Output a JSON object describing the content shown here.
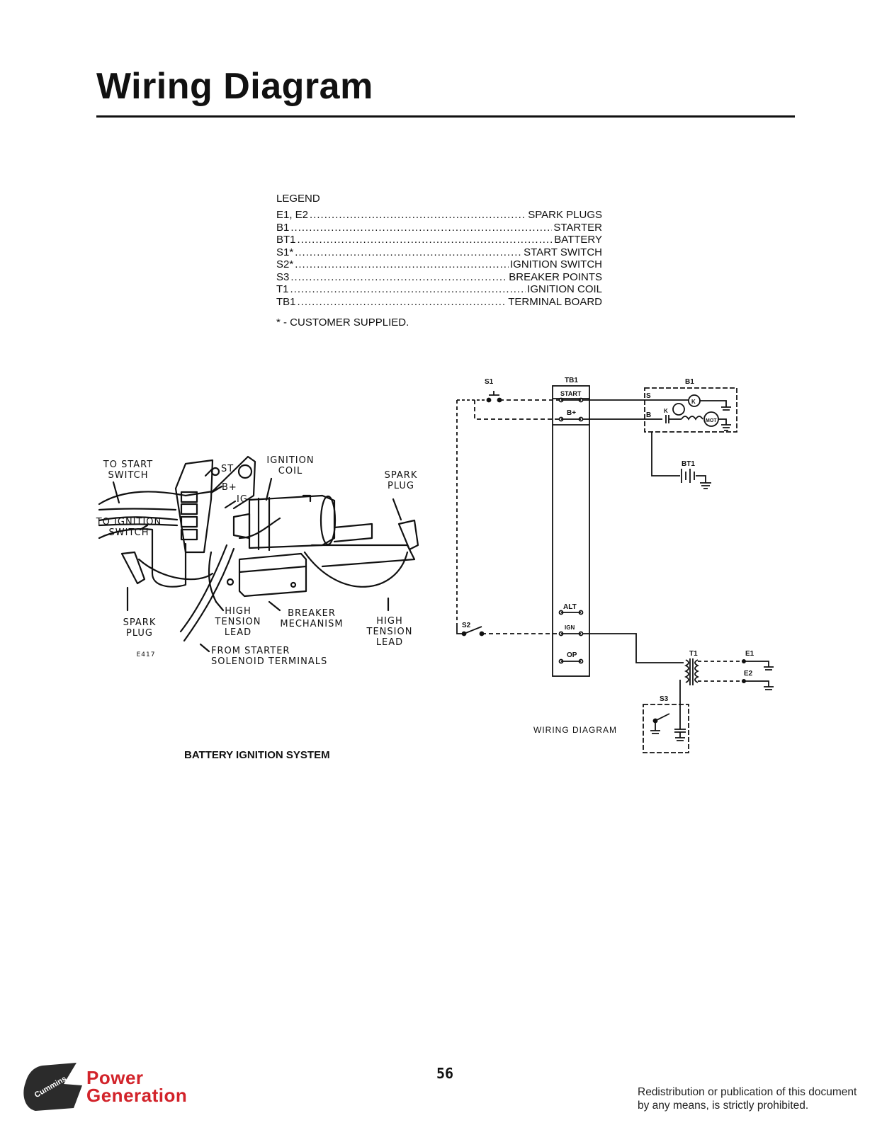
{
  "page": {
    "title": "Wiring Diagram",
    "page_number": "56",
    "copyright_line1": "Redistribution or publication of this document",
    "copyright_line2": "by any means, is strictly prohibited."
  },
  "legend": {
    "heading": "LEGEND",
    "items": [
      {
        "code": "E1, E2",
        "desc": "SPARK PLUGS"
      },
      {
        "code": "B1",
        "desc": "STARTER"
      },
      {
        "code": "BT1",
        "desc": "BATTERY"
      },
      {
        "code": "S1*",
        "desc": "START SWITCH"
      },
      {
        "code": "S2*",
        "desc": "IGNITION SWITCH"
      },
      {
        "code": "S3",
        "desc": "BREAKER POINTS"
      },
      {
        "code": "T1",
        "desc": "IGNITION COIL"
      },
      {
        "code": "TB1",
        "desc": "TERMINAL BOARD"
      }
    ],
    "note": "* - CUSTOMER SUPPLIED."
  },
  "battery_illustration": {
    "caption": "BATTERY IGNITION SYSTEM",
    "figure_id": "E417",
    "labels": {
      "to_start_switch": [
        "TO START",
        "SWITCH"
      ],
      "to_ignition_switch": [
        "TO IGNITION",
        "SWITCH"
      ],
      "ignition_coil": [
        "IGNITION",
        "COIL"
      ],
      "spark_plug_right": [
        "SPARK",
        "PLUG"
      ],
      "spark_plug_left": [
        "SPARK",
        "PLUG"
      ],
      "high_tension_lead_left": [
        "HIGH",
        "TENSION",
        "LEAD"
      ],
      "breaker_mechanism": [
        "BREAKER",
        "MECHANISM"
      ],
      "high_tension_lead_right": [
        "HIGH",
        "TENSION",
        "LEAD"
      ],
      "from_starter": [
        "FROM STARTER",
        "SOLENOID TERMINALS"
      ],
      "terminal_st": "ST",
      "terminal_bplus": "B+",
      "terminal_ig": "IG"
    }
  },
  "schematic": {
    "caption": "WIRING DIAGRAM",
    "labels": {
      "s1": "S1",
      "s2": "S2",
      "s3": "S3",
      "tb1": "TB1",
      "start": "START",
      "bplus": "B+",
      "alt": "ALT",
      "ign": "IGN",
      "op": "OP",
      "b1": "B1",
      "b1_s": "S",
      "b1_b": "B",
      "k1": "K",
      "k2": "K",
      "mot": "MOT",
      "bt1": "BT1",
      "t1": "T1",
      "e1": "E1",
      "e2": "E2"
    }
  },
  "brand": {
    "logo_word": "Cummins",
    "line1": "Power",
    "line2": "Generation",
    "color": "#d2232a"
  }
}
